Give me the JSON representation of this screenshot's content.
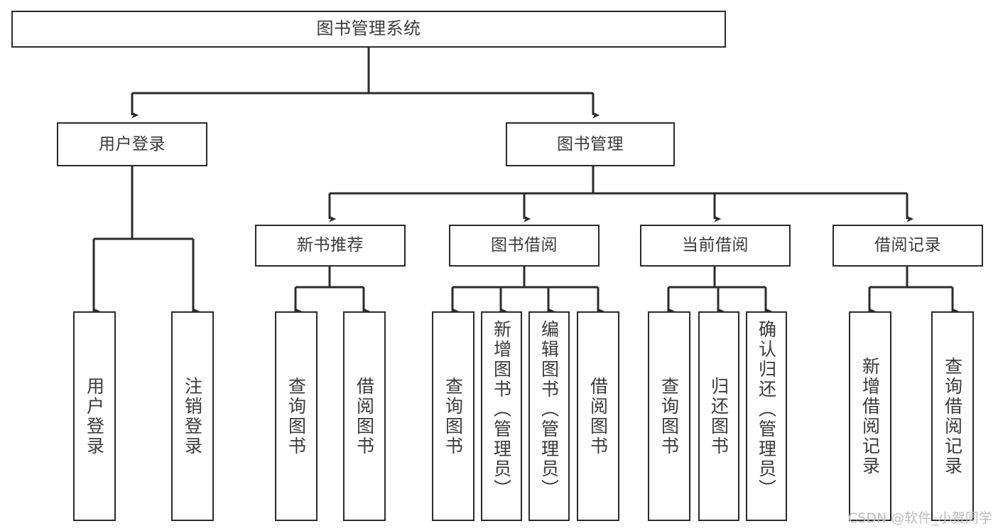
{
  "diagram": {
    "title": "图书管理系统",
    "watermark": "CSDN @软件_小贺同学",
    "line_color": "#2b2b2b",
    "box_fill": "#ffffff",
    "text_color": "#3a3a3a",
    "root": {
      "label": "图书管理系统"
    },
    "level2": [
      {
        "label": "用户登录"
      },
      {
        "label": "图书管理"
      }
    ],
    "level3": [
      {
        "label": "新书推荐"
      },
      {
        "label": "图书借阅"
      },
      {
        "label": "当前借阅"
      },
      {
        "label": "借阅记录"
      }
    ],
    "leaves": [
      {
        "label": "用户登录",
        "parent": "用户登录"
      },
      {
        "label": "注销登录",
        "parent": "用户登录"
      },
      {
        "label": "查询图书",
        "parent": "新书推荐"
      },
      {
        "label": "借阅图书",
        "parent": "新书推荐"
      },
      {
        "label": "查询图书",
        "parent": "图书借阅"
      },
      {
        "label": "新增图书（管理员）",
        "parent": "图书借阅"
      },
      {
        "label": "编辑图书（管理员）",
        "parent": "图书借阅"
      },
      {
        "label": "借阅图书",
        "parent": "图书借阅"
      },
      {
        "label": "查询图书",
        "parent": "当前借阅"
      },
      {
        "label": "归还图书",
        "parent": "当前借阅"
      },
      {
        "label": "确认归还（管理员）",
        "parent": "当前借阅"
      },
      {
        "label": "新增借阅记录",
        "parent": "借阅记录"
      },
      {
        "label": "查询借阅记录",
        "parent": "借阅记录"
      }
    ]
  }
}
